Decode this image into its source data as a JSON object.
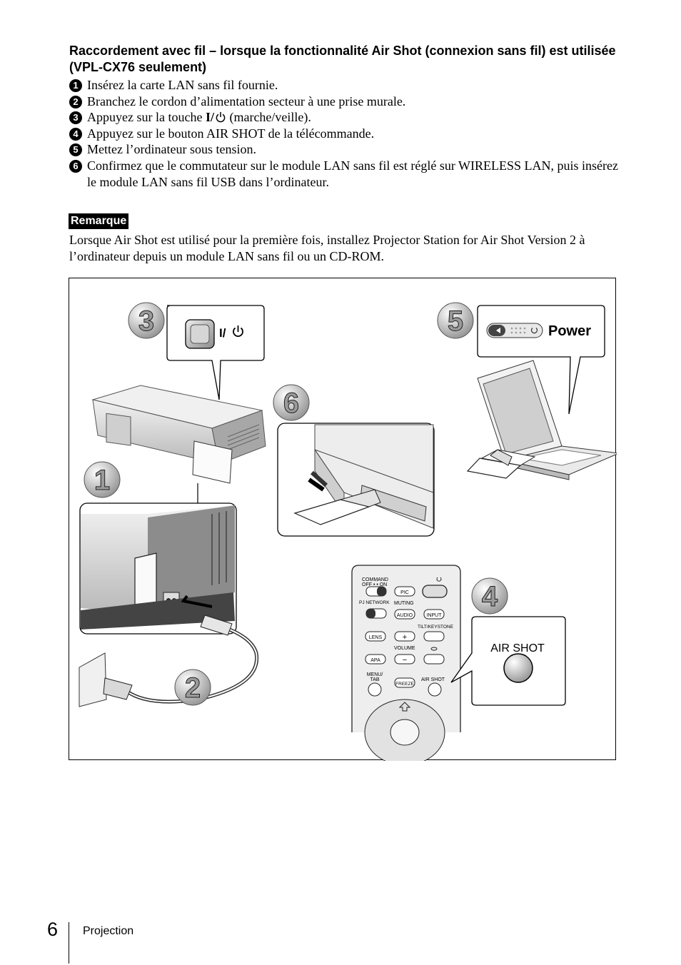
{
  "heading": "Raccordement avec fil – lorsque la fonctionnalité Air Shot (connexion sans fil) est utilisée (VPL-CX76 seulement)",
  "steps": [
    {
      "num": "1",
      "text": "Insérez la carte LAN sans fil fournie."
    },
    {
      "num": "2",
      "text": "Branchez le cordon d’alimentation secteur à une prise murale."
    },
    {
      "num": "3",
      "text_before": "Appuyez sur la touche ",
      "key": "I/",
      "text_after": " (marche/veille)."
    },
    {
      "num": "4",
      "text": "Appuyez sur le bouton AIR SHOT de la télécommande."
    },
    {
      "num": "5",
      "text": "Mettez l’ordinateur sous tension."
    },
    {
      "num": "6",
      "text": "Confirmez que le commutateur sur le module LAN sans fil est réglé sur WIRELESS LAN, puis insérez le module LAN sans fil USB dans l’ordinateur."
    }
  ],
  "remark": {
    "label": "Remarque",
    "text": "Lorsque Air Shot est utilisé pour la première fois, installez Projector Station for Air Shot Version 2 à l’ordinateur depuis un module LAN sans fil ou un CD-ROM."
  },
  "figure": {
    "callouts": [
      "1",
      "2",
      "3",
      "4",
      "5",
      "6"
    ],
    "power_key_label": "I/",
    "laptop_power_label": "Power",
    "airshot_bubble_label": "AIR SHOT",
    "remote": {
      "command": "COMMAND",
      "off_on": "OFF • • ON",
      "pic": "PIC",
      "pj_network": "PJ NETWORK",
      "muting": "MUTING",
      "audio": "AUDIO",
      "input": "INPUT",
      "tilt_keystone": "TILT/KEYSTONE",
      "lens": "LENS",
      "volume": "VOLUME",
      "apa": "APA",
      "menu": "MENU/",
      "tab": "TAB",
      "freeze": "FREEZE",
      "air_shot": "AIR SHOT",
      "plus": "+",
      "minus": "−"
    }
  },
  "footer": {
    "page_number": "6",
    "section": "Projection"
  }
}
